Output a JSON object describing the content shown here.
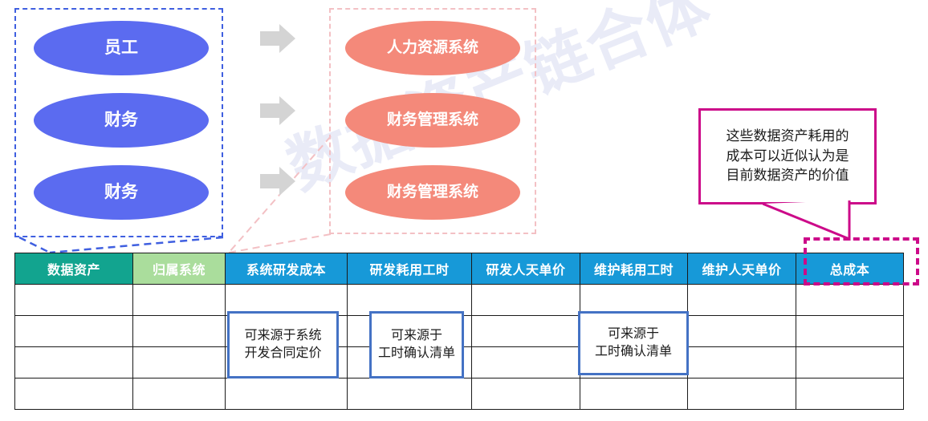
{
  "watermark": {
    "text": "数据资产链合体"
  },
  "left_group": {
    "name": "data-source-group",
    "items": [
      {
        "label": "员工"
      },
      {
        "label": "财务"
      },
      {
        "label": "财务"
      }
    ]
  },
  "arrows": [
    {
      "name": "flow-arrow-1"
    },
    {
      "name": "flow-arrow-2"
    },
    {
      "name": "flow-arrow-3"
    }
  ],
  "right_group": {
    "name": "system-group",
    "items": [
      {
        "label": "人力资源系统"
      },
      {
        "label": "财务管理系统"
      },
      {
        "label": "财务管理系统"
      }
    ]
  },
  "callout": {
    "text": "这些数据资产耗用的\n成本可以近似认为是\n目前数据资产的价值",
    "border_color": "#cc0a89"
  },
  "table": {
    "headers": [
      {
        "label": "数据资产",
        "style": "h-teal"
      },
      {
        "label": "归属系统",
        "style": "h-green"
      },
      {
        "label": "系统研发成本",
        "style": "h-blue"
      },
      {
        "label": "研发耗用工时",
        "style": "h-blue"
      },
      {
        "label": "研发人天单价",
        "style": "h-blue"
      },
      {
        "label": "维护耗用工时",
        "style": "h-blue"
      },
      {
        "label": "维护人天单价",
        "style": "h-blue"
      },
      {
        "label": "总成本",
        "style": "h-blue"
      }
    ],
    "rows": [
      [
        "",
        "",
        "",
        "",
        "",
        "",
        "",
        ""
      ],
      [
        "",
        "",
        "",
        "",
        "",
        "",
        "",
        ""
      ],
      [
        "",
        "",
        "",
        "",
        "",
        "",
        "",
        ""
      ],
      [
        "",
        "",
        "",
        "",
        "",
        "",
        "",
        ""
      ]
    ]
  },
  "note_boxes": [
    {
      "text": "可来源于系统\n开发合同定价"
    },
    {
      "text": "可来源于\n工时确认清单"
    },
    {
      "text": "可来源于\n工时确认清单"
    }
  ],
  "colors": {
    "ellipse_left": "#5b6bf0",
    "ellipse_right": "#f4897a",
    "header_teal": "#12a48f",
    "header_green": "#aadd9c",
    "header_blue": "#1799d8",
    "note_border": "#4472c4",
    "highlight": "#cc0a89",
    "arrow_gray": "#d4d4d4",
    "group_blue": "#3f5fe0",
    "group_pink": "#f3c0c4"
  }
}
